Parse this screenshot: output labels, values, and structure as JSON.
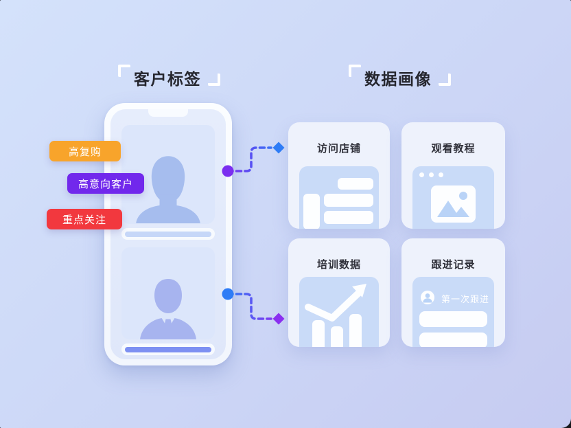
{
  "sections": {
    "left_title": "客户标签",
    "right_title": "数据画像"
  },
  "tags": [
    {
      "label": "高复购",
      "color": "#f8a42b"
    },
    {
      "label": "高意向客户",
      "color": "#7128ec"
    },
    {
      "label": "重点关注",
      "color": "#f2383e"
    }
  ],
  "cards": [
    {
      "title": "访问店铺"
    },
    {
      "title": "观看教程"
    },
    {
      "title": "培训数据"
    },
    {
      "title": "跟进记录",
      "entry_label": "第一次跟进"
    }
  ],
  "colors": {
    "background_top": "#d4e2fb",
    "background_bottom": "#c6cbf1",
    "tag_orange": "#f8a42b",
    "tag_purple": "#7128ec",
    "tag_red": "#f2383e",
    "connector_blue": "#2e7cf6",
    "connector_purple": "#7b2ef0",
    "active_pill_blue": "#7d90f2",
    "card_illustration_blue": "#c9dbf8",
    "avatar_silhouette_blue": "#a6bdee"
  },
  "icons": {
    "corner-bracket": "white L-shaped frame corner around section titles",
    "male-avatar": "casual person silhouette",
    "business-avatar": "person in suit with tie silhouette",
    "shop-blocks": "abstract storefront blocks",
    "browser-image": "browser window with picture placeholder (mountains and sun)",
    "trend-chart": "bar chart with rising arrow",
    "contact-avatar": "person inside circle"
  }
}
